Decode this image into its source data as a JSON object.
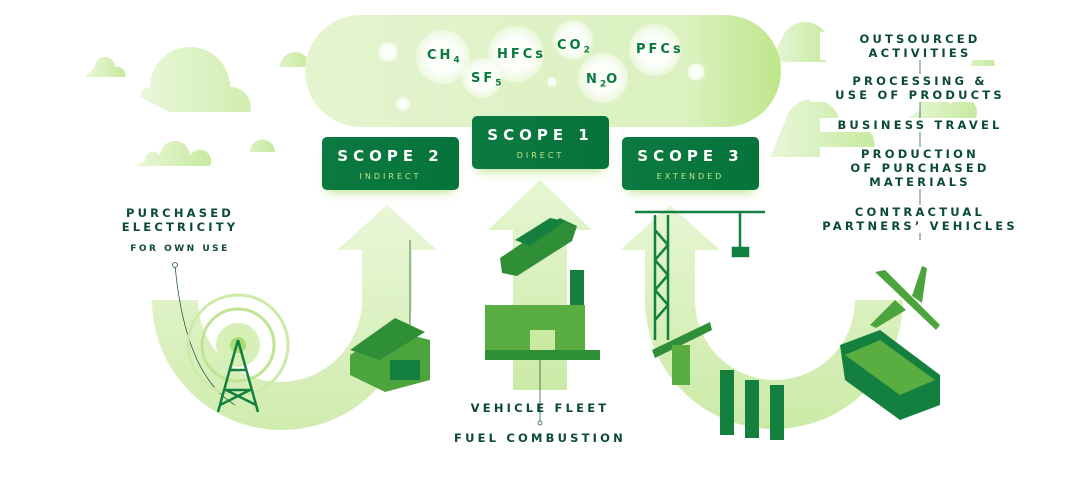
{
  "gases": [
    {
      "base": "CH",
      "sub": "4",
      "tail": ""
    },
    {
      "base": "SF",
      "sub": "5",
      "tail": ""
    },
    {
      "base": "HFCs",
      "sub": "",
      "tail": ""
    },
    {
      "base": "CO",
      "sub": "2",
      "tail": ""
    },
    {
      "base": "N",
      "sub": "2",
      "tail": "O"
    },
    {
      "base": "PFCs",
      "sub": "",
      "tail": ""
    }
  ],
  "scopes": {
    "scope1": {
      "title": "SCOPE 1",
      "subtitle": "DIRECT"
    },
    "scope2": {
      "title": "SCOPE 2",
      "subtitle": "INDIRECT"
    },
    "scope3": {
      "title": "SCOPE 3",
      "subtitle": "EXTENDED"
    }
  },
  "scope2_labels": {
    "title_line1": "PURCHASED",
    "title_line2": "ELECTRICITY",
    "subtitle": "FOR OWN USE"
  },
  "scope1_labels": [
    "VEHICLE FLEET",
    "FUEL COMBUSTION"
  ],
  "scope3_labels": [
    [
      "OUTSOURCED",
      "ACTIVITIES"
    ],
    [
      "PROCESSING &",
      "USE OF PRODUCTS"
    ],
    [
      "BUSINESS TRAVEL"
    ],
    [
      "PRODUCTION",
      "OF PURCHASED",
      "MATERIALS"
    ],
    [
      "CONTRACTUAL",
      "PARTNERS’ VEHICLES"
    ]
  ],
  "colors": {
    "dark_green": "#0b7a40",
    "text": "#0b4a33",
    "light_green": "#c6e58a"
  }
}
